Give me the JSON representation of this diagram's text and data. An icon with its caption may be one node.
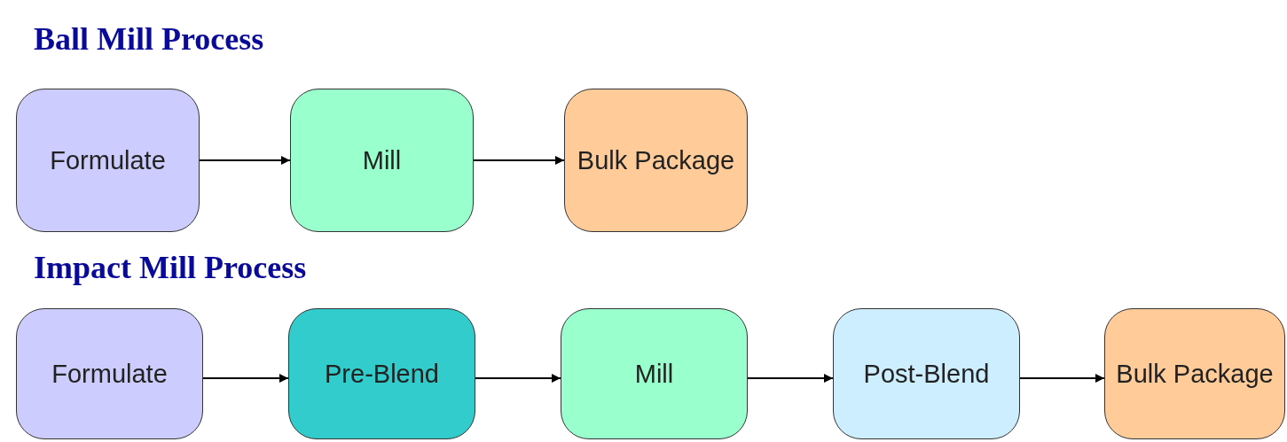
{
  "diagram": {
    "nodes": [
      {
        "text": [
          "Formulate"
        ]
      },
      {
        "text": [
          "Mill"
        ]
      },
      {
        "text": [
          "Bulk Package"
        ]
      },
      {
        "text": [
          "Formulate"
        ]
      },
      {
        "text": [
          "Pre-Blend"
        ]
      },
      {
        "text": [
          "Mill"
        ]
      },
      {
        "text": [
          "Post-Blend"
        ]
      },
      {
        "text": [
          "Bulk Package"
        ]
      }
    ],
    "edges": [
      {
        "from": 0,
        "to": 1,
        "arrow": "to"
      },
      {
        "from": 1,
        "to": 2,
        "arrow": "to"
      },
      {
        "from": 3,
        "to": 4,
        "arrow": "to"
      },
      {
        "from": 4,
        "to": 5,
        "arrow": "to"
      },
      {
        "from": 5,
        "to": 6,
        "arrow": "to"
      },
      {
        "from": 6,
        "to": 7,
        "arrow": "to"
      }
    ],
    "labels": [
      "Ball Mill Process",
      "Impact Mill Process"
    ]
  }
}
